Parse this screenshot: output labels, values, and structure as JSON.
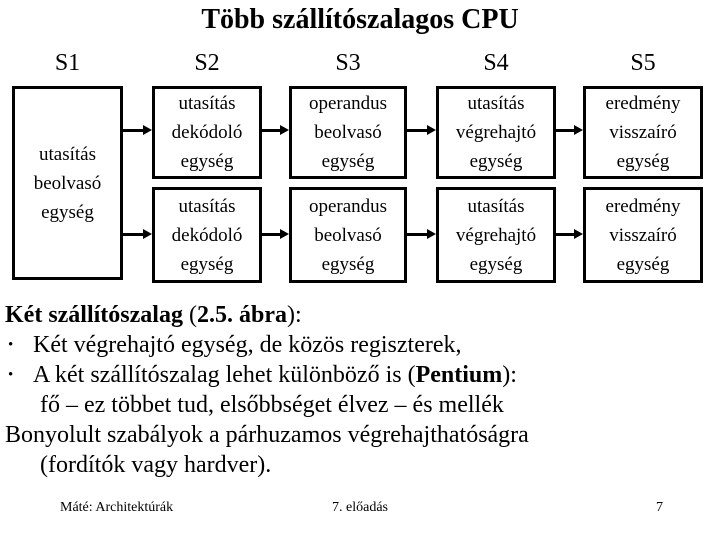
{
  "colors": {
    "background": "#ffffff",
    "text": "#000000",
    "box_border": "#000000"
  },
  "title": "Több szállítószalagos CPU",
  "diagram": {
    "headers": [
      "S1",
      "S2",
      "S3",
      "S4",
      "S5"
    ],
    "fetch": {
      "l1": "utasítás",
      "l2": "beolvasó",
      "l3": "egység"
    },
    "p1": [
      {
        "l1": "utasítás",
        "l2": "dekódoló",
        "l3": "egység"
      },
      {
        "l1": "operandus",
        "l2": "beolvasó",
        "l3": "egység"
      },
      {
        "l1": "utasítás",
        "l2": "végrehajtó",
        "l3": "egység"
      },
      {
        "l1": "eredmény",
        "l2": "visszaíró",
        "l3": "egység"
      }
    ],
    "p2": [
      {
        "l1": "utasítás",
        "l2": "dekódoló",
        "l3": "egység"
      },
      {
        "l1": "operandus",
        "l2": "beolvasó",
        "l3": "egység"
      },
      {
        "l1": "utasítás",
        "l2": "végrehajtó",
        "l3": "egység"
      },
      {
        "l1": "eredmény",
        "l2": "visszaíró",
        "l3": "egység"
      }
    ]
  },
  "body": {
    "heading_b1": "Két szállítószalag",
    "heading_r1": " (",
    "heading_b2": "2.5. ábra",
    "heading_r2": "):",
    "bullet": "•",
    "item1": "Két végrehajtó egység, de közös regiszterek,",
    "item2_r1": "A két szállítószalag lehet különböző is (",
    "item2_b": "Pentium",
    "item2_r2": "):",
    "cont1": "fő – ez többet tud, elsőbbséget élvez – és mellék",
    "para": "Bonyolult szabályok a párhuzamos végrehajthatóságra",
    "para_cont": "(fordítók vagy hardver)."
  },
  "footer": {
    "left": "Máté: Architektúrák",
    "center": "7. előadás",
    "page": "7"
  }
}
